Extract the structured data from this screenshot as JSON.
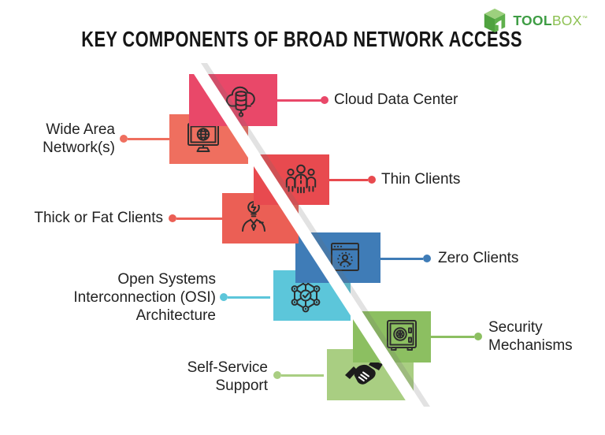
{
  "logo": {
    "brand_bold": "TOOL",
    "brand_light": "BOX",
    "tm": "™",
    "cube_icon": "toolbox-cube-icon",
    "brand_bold_color": "#3E9D44",
    "brand_light_color": "#8DC152"
  },
  "title": "KEY COMPONENTS OF BROAD NETWORK ACCESS",
  "background_color": "#FFFFFF",
  "slash_color": "#FFFFFF",
  "text_color": "#222222",
  "items": [
    {
      "id": "cloud-data-center",
      "lines": [
        "Cloud Data Center"
      ],
      "side": "right",
      "color": "#E94869",
      "icon": "cloud-database-icon"
    },
    {
      "id": "wide-area-networks",
      "lines": [
        "Wide Area",
        "Network(s)"
      ],
      "side": "left",
      "color": "#EF6F5F",
      "icon": "monitor-globe-icon"
    },
    {
      "id": "thin-clients",
      "lines": [
        "Thin Clients"
      ],
      "side": "right",
      "color": "#E84A4F",
      "icon": "people-group-icon"
    },
    {
      "id": "thick-or-fat-clients",
      "lines": [
        "Thick or Fat Clients"
      ],
      "side": "left",
      "color": "#EB5F55",
      "icon": "person-lightbulb-icon"
    },
    {
      "id": "zero-clients",
      "lines": [
        "Zero Clients"
      ],
      "side": "right",
      "color": "#3F7CB7",
      "icon": "window-user-icon"
    },
    {
      "id": "osi-architecture",
      "lines": [
        "Open Systems",
        "Interconnection (OSI)",
        "Architecture"
      ],
      "side": "left",
      "color": "#5CC6DA",
      "icon": "network-mesh-icon"
    },
    {
      "id": "security-mechanisms",
      "lines": [
        "Security",
        "Mechanisms"
      ],
      "side": "right",
      "color": "#8CBF61",
      "icon": "safe-vault-icon"
    },
    {
      "id": "self-service-support",
      "lines": [
        "Self-Service",
        "Support"
      ],
      "side": "left",
      "color": "#A9CE82",
      "icon": "handshake-icon"
    }
  ]
}
